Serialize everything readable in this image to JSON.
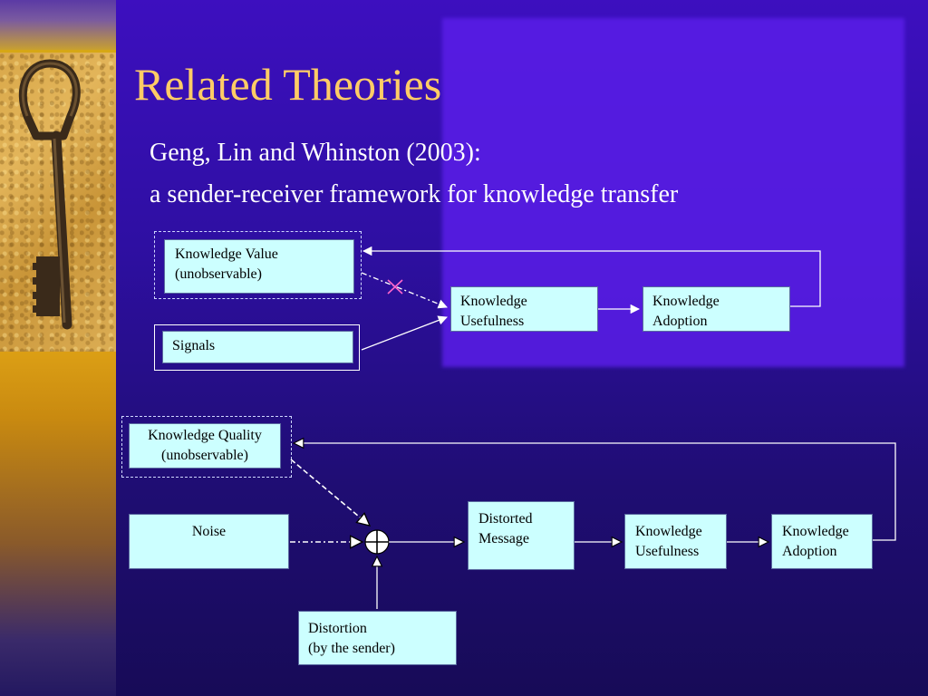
{
  "slide": {
    "title": "Related Theories",
    "subtitle_line1": "Geng, Lin and Whinston (2003):",
    "subtitle_line2": "a sender-receiver framework for knowledge transfer"
  },
  "diagram1": {
    "knowledge_value": [
      "Knowledge Value",
      "(unobservable)"
    ],
    "signals": "Signals",
    "usefulness": [
      "Knowledge",
      "Usefulness"
    ],
    "adoption": [
      "Knowledge",
      "Adoption"
    ]
  },
  "diagram2": {
    "knowledge_quality": [
      "Knowledge Quality",
      "(unobservable)"
    ],
    "noise": "Noise",
    "distorted": [
      "Distorted",
      "Message"
    ],
    "usefulness": [
      "Knowledge",
      "Usefulness"
    ],
    "adoption": [
      "Knowledge",
      "Adoption"
    ],
    "distortion": [
      "Distortion",
      "(by the sender)"
    ]
  },
  "colors": {
    "background": "#2e0fa2",
    "title": "#ffcc66",
    "box_fill": "#ccffff",
    "cross_mark": "#ff66cc"
  }
}
